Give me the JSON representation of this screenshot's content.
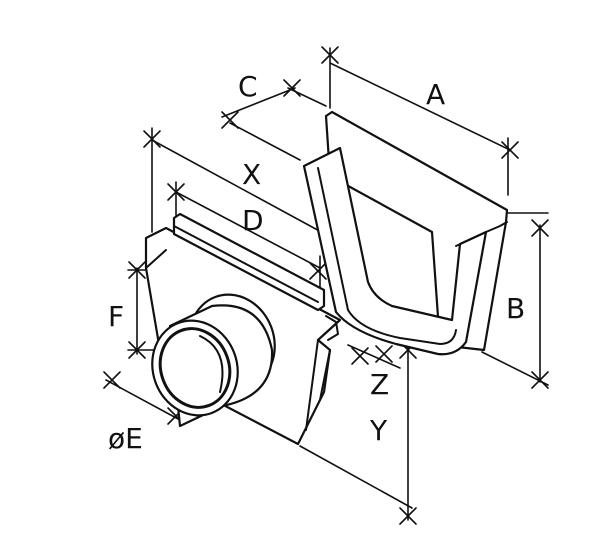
{
  "labels": {
    "a": "A",
    "b": "B",
    "c": "C",
    "d": "D",
    "e": "øE",
    "f": "F",
    "x": "X",
    "y": "Y",
    "z": "Z"
  },
  "colors": {
    "line": "#111111",
    "background": "#ffffff"
  }
}
